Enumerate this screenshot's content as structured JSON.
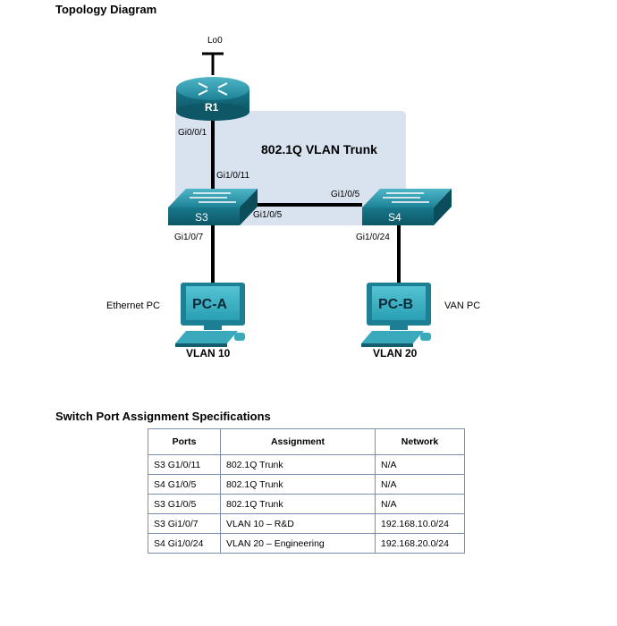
{
  "headings": {
    "topology": "Topology Diagram",
    "table": "Switch Port Assignment Specifications"
  },
  "diagram": {
    "loopback_label": "Lo0",
    "router_name": "R1",
    "router_port": "Gi0/0/1",
    "trunk_label": "802.1Q  VLAN Trunk",
    "s3_up_port": "Gi1/0/11",
    "s3_name": "S3",
    "s4_name": "S4",
    "s3_trunk_port": "Gi1/0/5",
    "s4_trunk_port": "Gi1/0/5",
    "s3_down_port": "Gi1/0/7",
    "s4_down_port": "Gi1/0/24",
    "pca_name": "PC-A",
    "pcb_name": "PC-B",
    "pca_side": "Ethernet PC",
    "pcb_side": "VAN PC",
    "pca_vlan": "VLAN 10",
    "pcb_vlan": "VLAN 20"
  },
  "table": {
    "headers": [
      "Ports",
      "Assignment",
      "Network"
    ],
    "rows": [
      [
        "S3 G1/0/11",
        "802.1Q Trunk",
        "N/A"
      ],
      [
        "S4 G1/0/5",
        "802.1Q Trunk",
        "N/A"
      ],
      [
        "S3 G1/0/5",
        "802.1Q Trunk",
        "N/A"
      ],
      [
        "S3 Gi1/0/7",
        "VLAN 10 – R&D",
        "192.168.10.0/24"
      ],
      [
        "S4 Gi1/0/24",
        "VLAN 20 – Engineering",
        "192.168.20.0/24"
      ]
    ]
  }
}
